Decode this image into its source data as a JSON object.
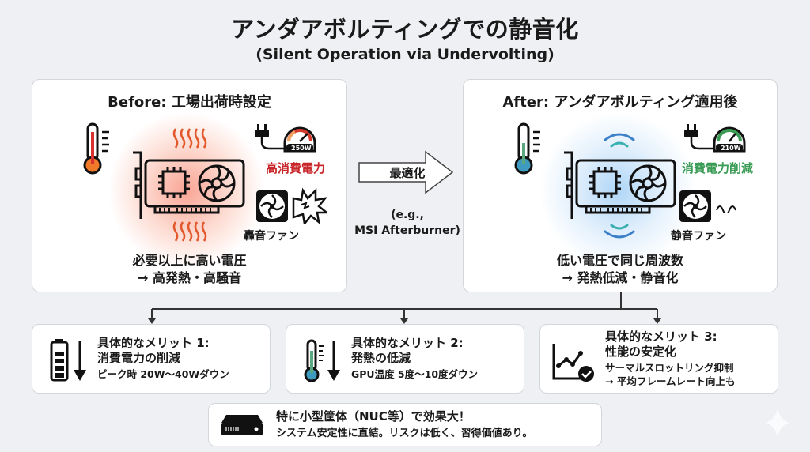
{
  "header": {
    "title": "アンダアボルティングでの静音化",
    "subtitle": "(Silent Operation via Undervolting)"
  },
  "before": {
    "heading": "Before: 工場出荷時設定",
    "gauge_value": "250W",
    "power_label": "高消費電力",
    "fan_label": "轟音ファン",
    "desc_line1": "必要以上に高い電圧",
    "desc_line2": "→ 高発熱・高騒音",
    "accent_color": "#c8262a"
  },
  "transition": {
    "arrow_label": "最適化",
    "example_line1": "(e.g.,",
    "example_line2": "MSI Afterburner)"
  },
  "after": {
    "heading": "After: アンダアボルティング適用後",
    "gauge_value": "210W",
    "power_label": "消費電力削減",
    "fan_label": "静音ファン",
    "desc_line1": "低い電圧で同じ周波数",
    "desc_line2": "→ 発熱低減・静音化",
    "accent_color": "#3a9b55"
  },
  "merits": [
    {
      "title_line1": "具体的なメリット 1:",
      "title_line2": "消費電力の削減",
      "sub_line1": "ピーク時 20W〜40Wダウン",
      "sub_line2": "",
      "icon": "battery-down-icon"
    },
    {
      "title_line1": "具体的なメリット 2:",
      "title_line2": "発熱の低減",
      "sub_line1": "GPU温度 5度〜10度ダウン",
      "sub_line2": "",
      "icon": "thermometer-down-icon"
    },
    {
      "title_line1": "具体的なメリット 3:",
      "title_line2": "性能の安定化",
      "sub_line1": "サーマルスロットリング抑制",
      "sub_line2": "→ 平均フレームレート向上も",
      "icon": "stable-chart-check-icon"
    }
  ],
  "footer": {
    "line1": "特に小型筐体（NUC等）で効果大！",
    "line2": "システム安定性に直結。リスクは低く、習得価値あり。",
    "icon": "mini-pc-icon"
  }
}
